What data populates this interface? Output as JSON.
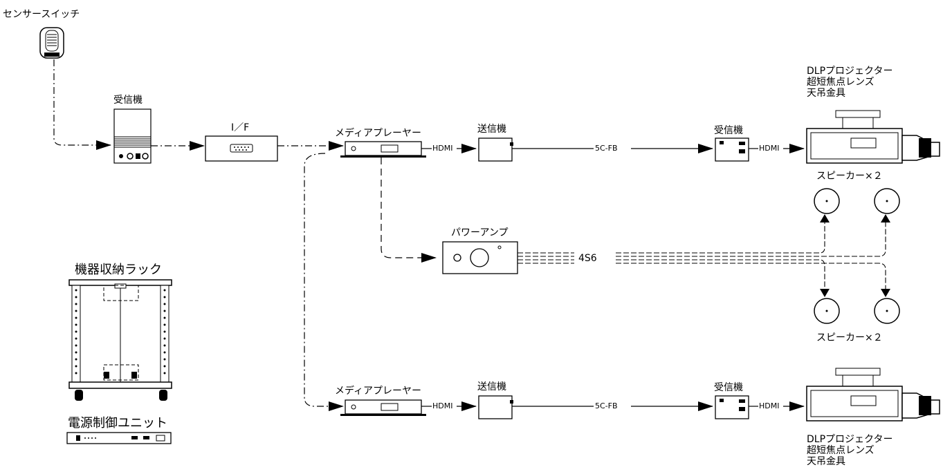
{
  "labels": {
    "sensor_switch": "センサースイッチ",
    "receiver_left": "受信機",
    "interface": "I／F",
    "media_player_top": "メディアプレーヤー",
    "media_player_bottom": "メディアプレーヤー",
    "transmitter_top": "送信機",
    "transmitter_bottom": "送信機",
    "receiver_top": "受信機",
    "receiver_bottom": "受信機",
    "power_amp": "パワーアンプ",
    "rack": "機器収納ラック",
    "power_control": "電源制御ユニット",
    "speakers_top": "スピーカー×２",
    "speakers_bottom": "スピーカー×２",
    "projector_top": [
      "DLPプロジェクター",
      "超短焦点レンズ",
      "天吊金具"
    ],
    "projector_bottom": [
      "DLPプロジェクター",
      "超短焦点レンズ",
      "天吊金具"
    ]
  },
  "cables": {
    "hdmi_mp_top": "HDMI",
    "hdmi_rx_top": "HDMI",
    "hdmi_mp_bottom": "HDMI",
    "hdmi_rx_bottom": "HDMI",
    "coax_top": "5C-FB",
    "coax_bottom": "5C-FB",
    "speaker_cable": "4S6"
  }
}
